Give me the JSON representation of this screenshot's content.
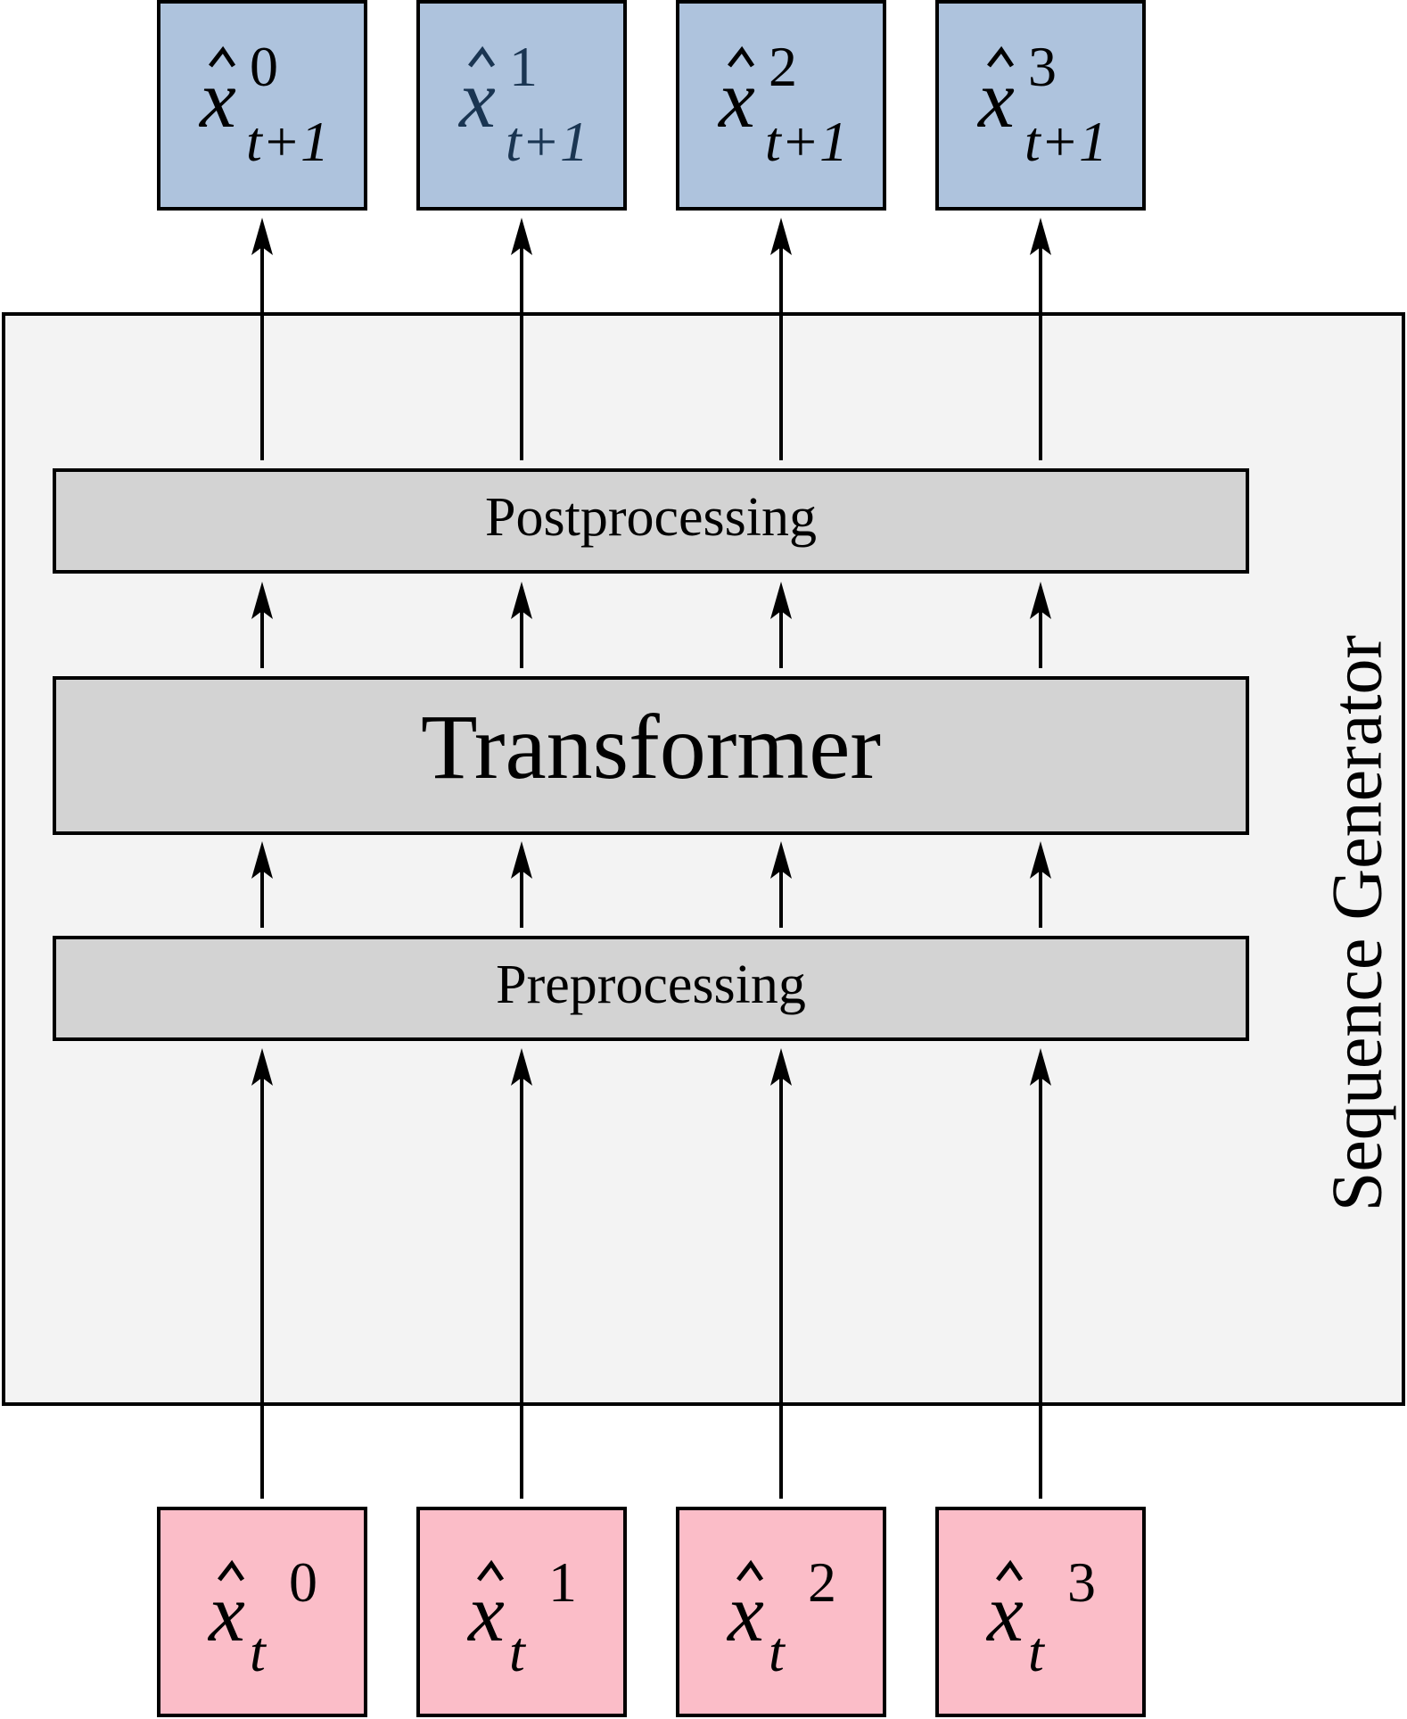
{
  "container": {
    "label": "Sequence Generator",
    "fill": "#f3f3f3",
    "stroke": "#000000"
  },
  "layers": {
    "postprocessing": "Postprocessing",
    "transformer": "Transformer",
    "preprocessing": "Preprocessing",
    "fill": "#d3d3d3"
  },
  "outputs": {
    "fill": "#aec3dd",
    "items": [
      {
        "base": "x",
        "sup": "0",
        "sub": "t+1"
      },
      {
        "base": "x",
        "sup": "1",
        "sub": "t+1"
      },
      {
        "base": "x",
        "sup": "2",
        "sub": "t+1"
      },
      {
        "base": "x",
        "sup": "3",
        "sub": "t+1"
      }
    ]
  },
  "inputs": {
    "fill": "#fbbdc8",
    "items": [
      {
        "base": "x",
        "sup": "0",
        "sub": "t"
      },
      {
        "base": "x",
        "sup": "1",
        "sub": "t"
      },
      {
        "base": "x",
        "sup": "2",
        "sub": "t"
      },
      {
        "base": "x",
        "sup": "3",
        "sub": "t"
      }
    ]
  }
}
